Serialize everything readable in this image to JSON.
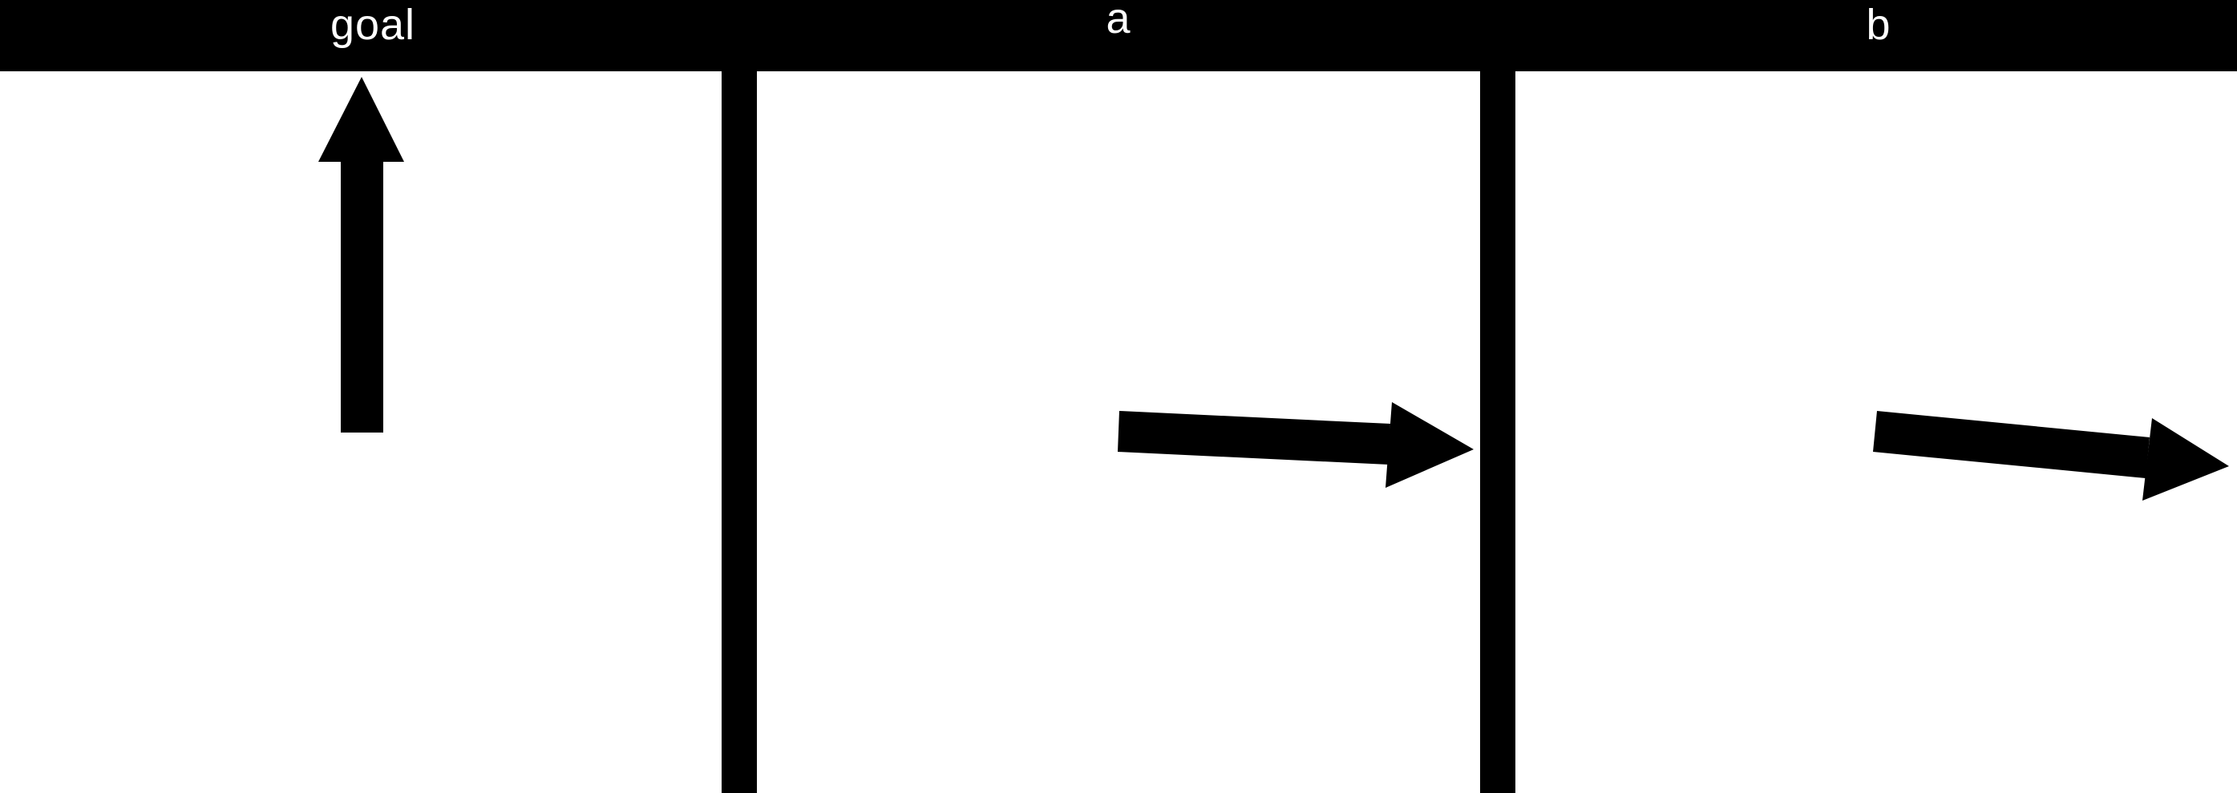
{
  "panels": {
    "goal": {
      "label": "goal"
    },
    "a": {
      "label": "a"
    },
    "b": {
      "label": "b"
    }
  },
  "colors": {
    "background": "#ffffff",
    "ink": "#000000",
    "header_text": "#ffffff"
  }
}
